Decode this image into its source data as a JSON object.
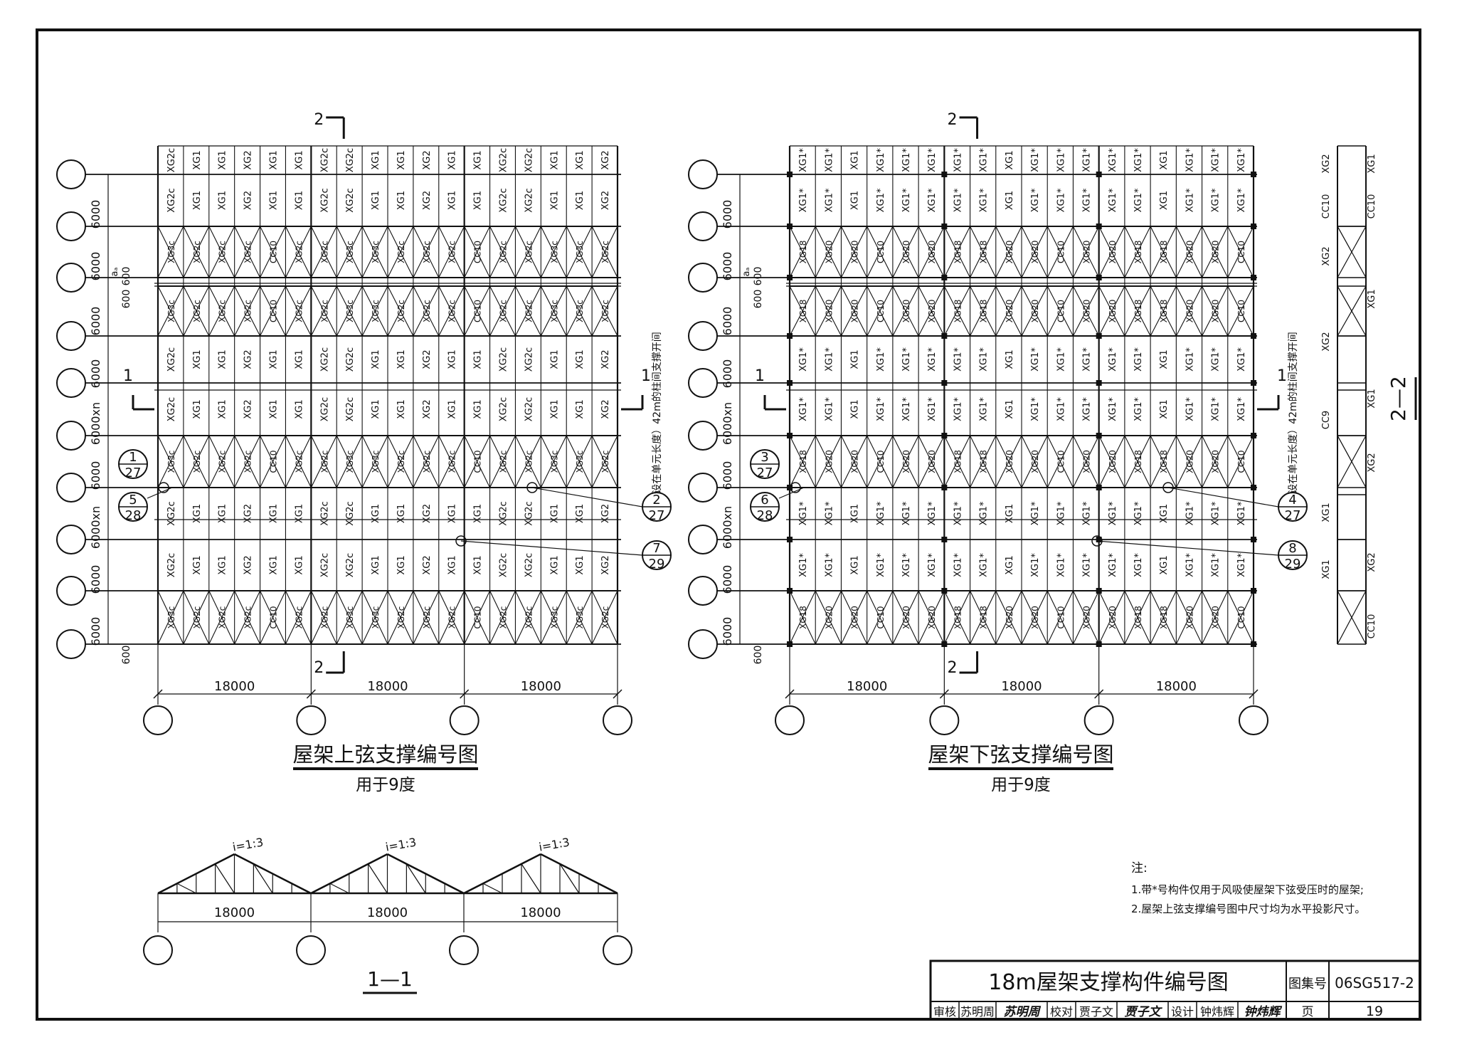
{
  "top_plan": {
    "title": "屋架上弦支撑编号图",
    "subtitle": "用于9度",
    "side_dims": [
      "6000",
      "6000",
      "6000",
      "6000",
      "6000xn",
      "6000",
      "6000xn",
      "6000",
      "6000"
    ],
    "gap_dims": [
      "600",
      "aₐ",
      "600",
      "600"
    ],
    "bottom_dims": [
      "18000",
      "18000",
      "18000"
    ],
    "vertical_note": "设在单元长度）42m的柱间支撑开间",
    "row_labels": [
      "XG2c",
      "XG1",
      "XG1",
      "XG2",
      "XG1",
      "XG1",
      "XG2c"
    ],
    "cross_labels": [
      "XG3c",
      "XG2c",
      "XG2c",
      "XG2c",
      "CC10",
      "XG2c",
      "XG2c",
      "XG3c"
    ],
    "callouts": [
      {
        "top": "1",
        "bottom": "27"
      },
      {
        "top": "5",
        "bottom": "28"
      },
      {
        "top": "2",
        "bottom": "27"
      },
      {
        "top": "7",
        "bottom": "29"
      }
    ],
    "section_marks": [
      "1",
      "1",
      "2",
      "2"
    ]
  },
  "bottom_plan": {
    "title": "屋架下弦支撑编号图",
    "subtitle": "用于9度",
    "side_dims": [
      "6000",
      "6000",
      "6000",
      "6000",
      "6000xn",
      "6000",
      "6000xn",
      "6000",
      "6000"
    ],
    "gap_dims": [
      "600",
      "aₐ",
      "600",
      "600"
    ],
    "bottom_dims": [
      "18000",
      "18000",
      "18000"
    ],
    "vertical_note": "设在单元长度）42m的柱间支撑开间",
    "row_labels": [
      "XG1*",
      "XG1*",
      "XG1",
      "XG1*",
      "XG1*",
      "XG1*"
    ],
    "cross_labels": [
      "XG18",
      "XG20",
      "XG20",
      "CC10",
      "XG20",
      "XG20",
      "XG18"
    ],
    "callouts": [
      {
        "top": "3",
        "bottom": "27"
      },
      {
        "top": "6",
        "bottom": "28"
      },
      {
        "top": "4",
        "bottom": "27"
      },
      {
        "top": "8",
        "bottom": "29"
      }
    ],
    "section_marks": [
      "1",
      "1",
      "2",
      "2"
    ]
  },
  "section_2_2": {
    "title": "2—2",
    "labels": [
      "XG2",
      "XG1",
      "CC10",
      "CC10",
      "XG2",
      "XG1",
      "XG2",
      "XG1",
      "CC9",
      "XG2",
      "XG1",
      "XG2",
      "XG1",
      "CC10"
    ]
  },
  "section_1_1": {
    "title": "1—1",
    "slopes": [
      "i=1:3",
      "i=1:3",
      "i=1:3"
    ],
    "dims": [
      "18000",
      "18000",
      "18000"
    ]
  },
  "notes": {
    "heading": "注:",
    "items": [
      "1.带*号构件仅用于风吸使屋架下弦受压时的屋架;",
      "2.屋架上弦支撑编号图中尺寸均为水平投影尺寸。"
    ]
  },
  "title_block": {
    "drawing_title": "18m屋架支撑构件编号图",
    "atlas_label": "图集号",
    "atlas_number": "06SG517-2",
    "page_label": "页",
    "page_number": "19",
    "review_label": "审核",
    "reviewer": "苏明周",
    "reviewer_sign": "苏明周",
    "check_label": "校对",
    "checker": "贾子文",
    "checker_sign": "贾子文",
    "design_label": "设计",
    "designer": "钟炜辉",
    "designer_sign": "钟炜辉"
  }
}
